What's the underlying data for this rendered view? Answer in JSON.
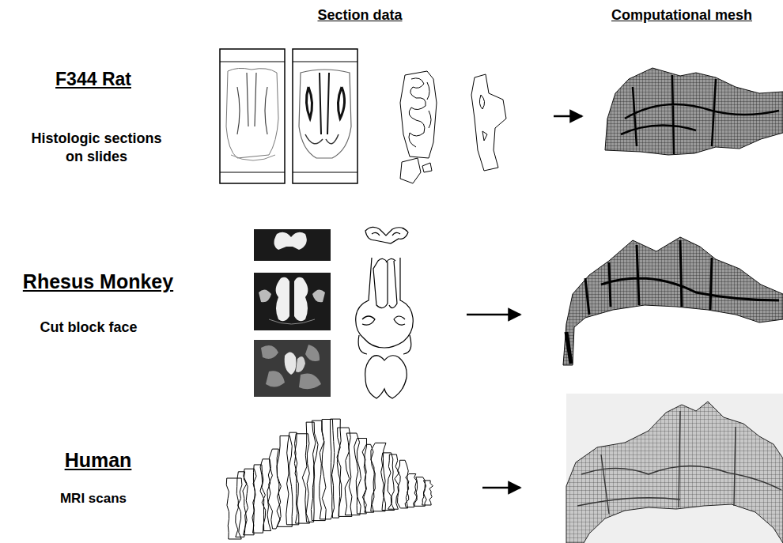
{
  "diagram": {
    "labels": [
      "Section data",
      "Computational mesh",
      "F344 Rat",
      "Histologic sections on slides",
      "Rhesus Monkey",
      "Cut block face",
      "Human",
      "MRI scans"
    ]
  }
}
